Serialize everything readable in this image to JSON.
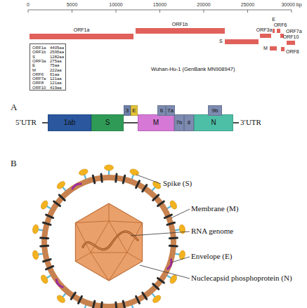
{
  "diagram": {
    "nodes": [
      {
        "text": [
          "ORF1a"
        ]
      },
      {
        "text": [
          "ORF1b"
        ]
      },
      {
        "text": [
          "S"
        ]
      },
      {
        "text": [
          "ORF3a"
        ]
      },
      {
        "text": [
          "E"
        ]
      },
      {
        "text": [
          "ORF6"
        ]
      },
      {
        "text": [
          "ORF7a"
        ]
      },
      {
        "text": [
          "ORF10"
        ]
      },
      {
        "text": [
          "M"
        ]
      },
      {
        "text": [
          "ORF8"
        ]
      },
      {
        "text": [
          "ORF1a",
          "4405aa",
          "ORF1b",
          "2595aa",
          "S",
          "1282aa",
          "ORF3a",
          "275aa",
          "E",
          "75aa",
          "M",
          "222aa",
          "ORF6",
          "61aa",
          "ORF7a",
          "121aa",
          "ORF8",
          "121aa",
          "ORF10",
          "419aa"
        ]
      },
      {
        "text": [
          "1ab"
        ]
      },
      {
        "text": [
          "S"
        ]
      },
      {
        "text": [
          "3"
        ]
      },
      {
        "text": [
          "E"
        ]
      },
      {
        "text": [
          "M"
        ]
      },
      {
        "text": [
          "6"
        ]
      },
      {
        "text": [
          "7a"
        ]
      },
      {
        "text": [
          "7b"
        ]
      },
      {
        "text": [
          "8"
        ]
      },
      {
        "text": [
          "N"
        ]
      },
      {
        "text": [
          "9b"
        ]
      }
    ],
    "labels": [
      "0",
      "5000",
      "10000",
      "15000",
      "20000",
      "25000",
      "30000 bp",
      "Wuhan-Hu-1 (GenBank MN908947)",
      "A",
      "5′UTR",
      "3′UTR",
      "B",
      "Spike (S)",
      "Membrane (M)",
      "RNA genome",
      "Envelope (E)",
      "Nuclecapsid phosphoprotein (N)"
    ]
  }
}
